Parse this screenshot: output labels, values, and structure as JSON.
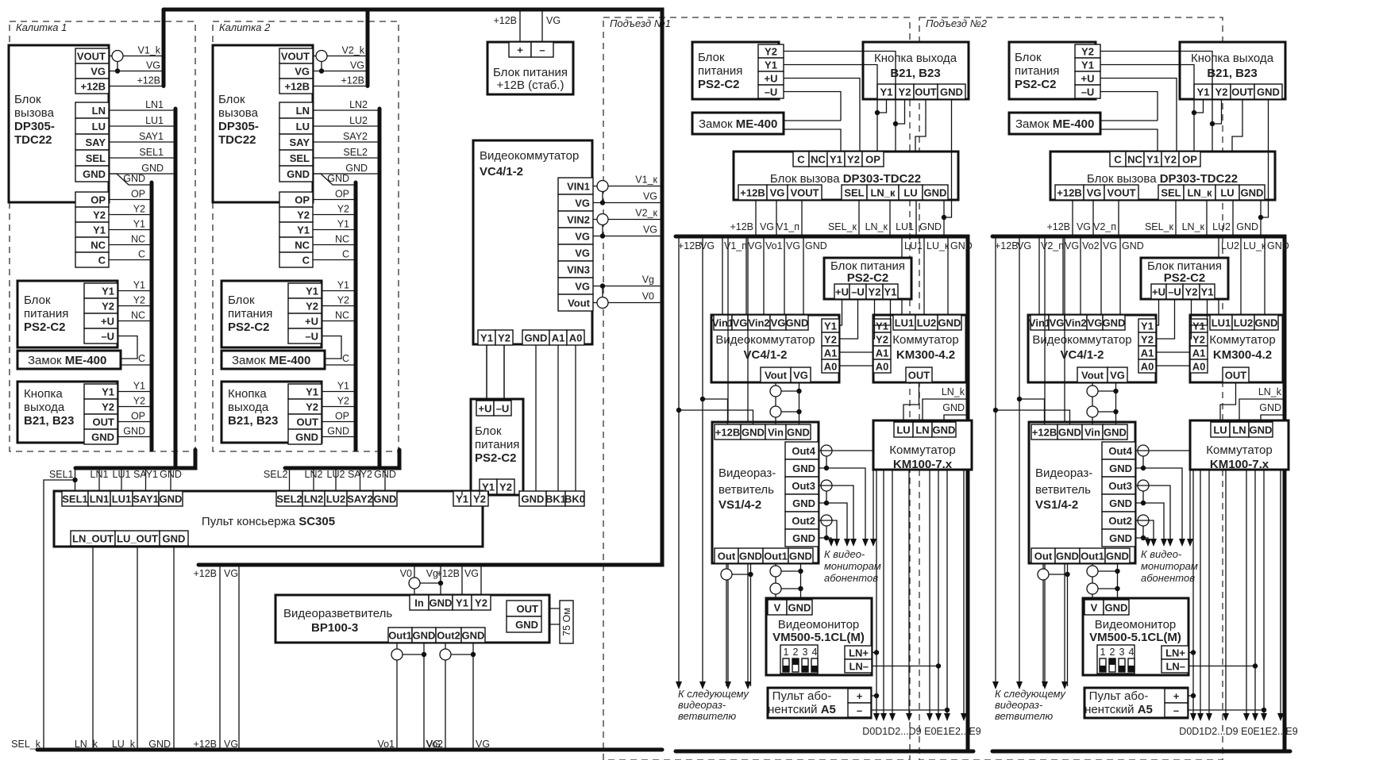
{
  "diagram_title": "Схема подключения домофонной системы с пультом консьержа SC305",
  "zones": [
    {
      "id": "kalitka1",
      "label": "Калитка 1"
    },
    {
      "id": "kalitka2",
      "label": "Калитка 2"
    },
    {
      "id": "podezd1",
      "label": "Подъезд №1"
    },
    {
      "id": "podezd2",
      "label": "Подъезд №2"
    }
  ],
  "gates": [
    {
      "zone": "Калитка 1",
      "call_panel": {
        "title_lines": [
          "Блок",
          "вызова"
        ],
        "model_lines": [
          "DP305-",
          "TDC22"
        ],
        "terminals_power": [
          "VOUT",
          "VG",
          "+12В"
        ],
        "terminals_line": [
          "LN",
          "LU",
          "SAY",
          "SEL",
          "GND"
        ],
        "terminals_lock": [
          "OP",
          "Y2",
          "Y1",
          "NC",
          "C"
        ]
      },
      "power_wires": [
        "V1_k",
        "VG",
        "+12В"
      ],
      "line_wires": [
        "LN1",
        "LU1",
        "SAY1",
        "SEL1",
        "GND"
      ],
      "lock_wires": [
        "GND",
        "OP",
        "Y2",
        "Y1",
        "NC",
        "C"
      ],
      "psu": {
        "title_lines": [
          "Блок",
          "питания"
        ],
        "model": "PS2-C2",
        "terminals": [
          "Y1",
          "Y2",
          "+U",
          "–U"
        ],
        "wires": [
          "Y1",
          "Y2",
          "NC"
        ]
      },
      "lock": {
        "title": "Замок",
        "model": "ME-400",
        "wire": "C"
      },
      "exit_button": {
        "title_lines": [
          "Кнопка",
          "выхода"
        ],
        "model": "B21, B23",
        "terminals": [
          "Y1",
          "Y2",
          "OUT",
          "GND"
        ],
        "wires": [
          "Y1",
          "Y2",
          "OP",
          "GND"
        ]
      }
    },
    {
      "zone": "Калитка 2",
      "call_panel": {
        "title_lines": [
          "Блок",
          "вызова"
        ],
        "model_lines": [
          "DP305-",
          "TDC22"
        ],
        "terminals_power": [
          "VOUT",
          "VG",
          "+12В"
        ],
        "terminals_line": [
          "LN",
          "LU",
          "SAY",
          "SEL",
          "GND"
        ],
        "terminals_lock": [
          "OP",
          "Y2",
          "Y1",
          "NC",
          "C"
        ]
      },
      "power_wires": [
        "V2_k",
        "VG",
        "+12В"
      ],
      "line_wires": [
        "LN2",
        "LU2",
        "SAY2",
        "SEL2",
        "GND"
      ],
      "lock_wires": [
        "GND",
        "OP",
        "Y2",
        "Y1",
        "NC",
        "C"
      ],
      "psu": {
        "title_lines": [
          "Блок",
          "питания"
        ],
        "model": "PS2-C2",
        "terminals": [
          "Y1",
          "Y2",
          "+U",
          "–U"
        ],
        "wires": [
          "Y1",
          "Y2",
          "NC"
        ]
      },
      "lock": {
        "title": "Замок",
        "model": "ME-400",
        "wire": "C"
      },
      "exit_button": {
        "title_lines": [
          "Кнопка",
          "выхода"
        ],
        "model": "B21, B23",
        "terminals": [
          "Y1",
          "Y2",
          "OUT",
          "GND"
        ],
        "wires": [
          "Y1",
          "Y2",
          "OP",
          "GND"
        ]
      }
    }
  ],
  "central": {
    "psu12": {
      "title_lines": [
        "Блок питания",
        "+12В (стаб.)"
      ],
      "terminals": [
        "+",
        "–"
      ],
      "wires": [
        "+12В",
        "VG"
      ]
    },
    "vc": {
      "title": "Видеокоммутатор",
      "model": "VC4/1-2",
      "terminals_right": [
        "VIN1",
        "VG",
        "VIN2",
        "VG",
        "VG",
        "VIN3",
        "VG",
        "Vout"
      ],
      "wires_right": [
        "V1_к",
        "VG",
        "V2_к",
        "VG",
        "Vg",
        "V0"
      ],
      "terminals_bottom": [
        "Y1",
        "Y2",
        "GND",
        "A1",
        "A0"
      ]
    },
    "psu_small": {
      "title_lines": [
        "Блок",
        "питания"
      ],
      "model": "PS2-C2",
      "terminals_top": [
        "+U",
        "–U"
      ],
      "terminals_bottom": [
        "Y1",
        "Y2"
      ]
    },
    "concierge": {
      "title": "Пульт консьержа",
      "model": "SC305",
      "terminals_g1": [
        "SEL1",
        "LN1",
        "LU1",
        "SAY1",
        "GND"
      ],
      "terminals_g2": [
        "SEL2",
        "LN2",
        "LU2",
        "SAY2",
        "GND"
      ],
      "terminals_y": [
        "Y1",
        "Y2"
      ],
      "terminals_bk": [
        "GND",
        "BK1",
        "BK0"
      ],
      "terminals_out": [
        "LN_OUT",
        "LU_OUT",
        "GND"
      ],
      "wires_g1": [
        "SEL1",
        "LN1",
        "LU1",
        "SAY1",
        "GND"
      ],
      "wires_g2": [
        "SEL2",
        "LN2",
        "LU2",
        "SAY2",
        "GND"
      ]
    },
    "bp100": {
      "title": "Видеоразветвитель",
      "model": "BP100-3",
      "terminals_top": [
        "In",
        "GND",
        "Y1",
        "Y2"
      ],
      "wires_top": [
        "V0",
        "Vg",
        "+12В",
        "VG"
      ],
      "terminals_right": [
        "OUT",
        "GND"
      ],
      "resistor": "75 Ом",
      "terminals_bottom": [
        "Out1",
        "GND",
        "Out2",
        "GND"
      ],
      "wires_bottom": [
        "Vo1",
        "VG",
        "Vo2",
        "VG"
      ]
    },
    "bottom_bus_labels": [
      "SEL_k",
      "LN_k",
      "LU_k",
      "GND",
      "+12В",
      "VG"
    ]
  },
  "entrances": [
    {
      "zone": "Подъезд №1",
      "psu": {
        "title_lines": [
          "Блок",
          "питания"
        ],
        "model": "PS2-C2",
        "terminals": [
          "Y2",
          "Y1",
          "+U",
          "–U"
        ]
      },
      "lock": {
        "title": "Замок",
        "model": "ME-400"
      },
      "exit_button": {
        "title": "Кнопка выхода",
        "model": "B21, B23",
        "terminals": [
          "Y1",
          "Y2",
          "OUT",
          "GND"
        ]
      },
      "call_panel": {
        "title": "Блок вызова",
        "model": "DP303-TDC22",
        "terminals_top": [
          "C",
          "NC",
          "Y1",
          "Y2",
          "OP"
        ],
        "terminals_bottom_left": [
          "+12В",
          "VG",
          "VOUT"
        ],
        "terminals_bottom_right": [
          "SEL",
          "LN_к",
          "LU",
          "GND"
        ],
        "wires": [
          "+12В",
          "VG",
          "V1_п",
          "SEL_к",
          "LN_к",
          "LU1",
          "GND"
        ]
      },
      "bus_top_left": [
        "+12В",
        "VG",
        "V1_п",
        "VG",
        "Vo1",
        "VG",
        "GND"
      ],
      "bus_top_right": [
        "LU1",
        "LU_к",
        "GND"
      ],
      "psu2": {
        "title": "Блок питания",
        "model": "PS2-C2",
        "terminals": [
          "+U",
          "–U",
          "Y2",
          "Y1"
        ]
      },
      "vc": {
        "title": "Видеокоммутатор",
        "model": "VC4/1-2",
        "terminals_top": [
          "Vin1",
          "VG",
          "Vin2",
          "VG",
          "GND"
        ],
        "terminals_right": [
          "Y1",
          "Y2",
          "A1",
          "A0"
        ],
        "terminals_bottom": [
          "Vout",
          "VG"
        ]
      },
      "km300": {
        "title": "Коммутатор",
        "model": "KM300-4.2",
        "terminals_left": [
          "Y1",
          "Y2",
          "A1",
          "A0"
        ],
        "terminals_top": [
          "LU1",
          "LU2",
          "GND"
        ],
        "terminals_bottom": [
          "OUT"
        ]
      },
      "side_wires": [
        "LN_k",
        "GND"
      ],
      "vs": {
        "title_lines": [
          "Видеораз-",
          "ветвитель"
        ],
        "model": "VS1/4-2",
        "terminals_top": [
          "+12В",
          "GND",
          "Vin",
          "GND"
        ],
        "terminals_right": [
          "Out4",
          "GND",
          "Out3",
          "GND",
          "Out2",
          "GND"
        ],
        "terminals_bottom": [
          "Out",
          "GND",
          "Out1",
          "GND"
        ]
      },
      "vs_note": [
        "К видео-",
        "мониторам",
        "абонентов"
      ],
      "km100": {
        "title": "Коммутатор",
        "model": "KM100-7.x",
        "terminals": [
          "LU",
          "LN",
          "GND"
        ]
      },
      "monitor": {
        "title": "Видеомонитор",
        "model": "VM500-5.1CL(M)",
        "terminals_top": [
          "V",
          "GND"
        ],
        "terminals_right": [
          "LN+",
          "LN–"
        ],
        "dip_labels": [
          "1",
          "2",
          "3",
          "4"
        ],
        "dip_on": [
          false,
          true,
          false,
          false
        ]
      },
      "handset": {
        "title_lines": [
          "Пульт або-",
          "нентский"
        ],
        "model": "A5",
        "terminals": [
          "+",
          "–"
        ]
      },
      "next_note": [
        "К следующему",
        "видеораз-",
        "ветвителю"
      ],
      "outputs_label": "D0D1D2...D9 E0E1E2...E9"
    },
    {
      "zone": "Подъезд №2",
      "psu": {
        "title_lines": [
          "Блок",
          "питания"
        ],
        "model": "PS2-C2",
        "terminals": [
          "Y2",
          "Y1",
          "+U",
          "–U"
        ]
      },
      "lock": {
        "title": "Замок",
        "model": "ME-400"
      },
      "exit_button": {
        "title": "Кнопка выхода",
        "model": "B21, B23",
        "terminals": [
          "Y1",
          "Y2",
          "OUT",
          "GND"
        ]
      },
      "call_panel": {
        "title": "Блок вызова",
        "model": "DP303-TDC22",
        "terminals_top": [
          "C",
          "NC",
          "Y1",
          "Y2",
          "OP"
        ],
        "terminals_bottom_left": [
          "+12В",
          "VG",
          "VOUT"
        ],
        "terminals_bottom_right": [
          "SEL",
          "LN_к",
          "LU",
          "GND"
        ],
        "wires": [
          "+12В",
          "VG",
          "V2_п",
          "SEL_к",
          "LN_к",
          "LU2",
          "GND"
        ]
      },
      "bus_top_left": [
        "+12В",
        "VG",
        "V2_п",
        "VG",
        "Vo2",
        "VG",
        "GND"
      ],
      "bus_top_right": [
        "LU2",
        "LU_к",
        "GND"
      ],
      "psu2": {
        "title": "Блок питания",
        "model": "PS2-C2",
        "terminals": [
          "+U",
          "–U",
          "Y2",
          "Y1"
        ]
      },
      "vc": {
        "title": "Видеокоммутатор",
        "model": "VC4/1-2",
        "terminals_top": [
          "Vin1",
          "VG",
          "Vin2",
          "VG",
          "GND"
        ],
        "terminals_right": [
          "Y1",
          "Y2",
          "A1",
          "A0"
        ],
        "terminals_bottom": [
          "Vout",
          "VG"
        ]
      },
      "km300": {
        "title": "Коммутатор",
        "model": "KM300-4.2",
        "terminals_left": [
          "Y1",
          "Y2",
          "A1",
          "A0"
        ],
        "terminals_top": [
          "LU1",
          "LU2",
          "GND"
        ],
        "terminals_bottom": [
          "OUT"
        ]
      },
      "side_wires": [
        "LN_k",
        "GND"
      ],
      "vs": {
        "title_lines": [
          "Видеораз-",
          "ветвитель"
        ],
        "model": "VS1/4-2",
        "terminals_top": [
          "+12В",
          "GND",
          "Vin",
          "GND"
        ],
        "terminals_right": [
          "Out4",
          "GND",
          "Out3",
          "GND",
          "Out2",
          "GND"
        ],
        "terminals_bottom": [
          "Out",
          "GND",
          "Out1",
          "GND"
        ]
      },
      "vs_note": [
        "К видео-",
        "мониторам",
        "абонентов"
      ],
      "km100": {
        "title": "Коммутатор",
        "model": "KM100-7.x",
        "terminals": [
          "LU",
          "LN",
          "GND"
        ]
      },
      "monitor": {
        "title": "Видеомонитор",
        "model": "VM500-5.1CL(M)",
        "terminals_top": [
          "V",
          "GND"
        ],
        "terminals_right": [
          "LN+",
          "LN–"
        ],
        "dip_labels": [
          "1",
          "2",
          "3",
          "4"
        ],
        "dip_on": [
          false,
          true,
          false,
          false
        ]
      },
      "handset": {
        "title_lines": [
          "Пульт або-",
          "нентский"
        ],
        "model": "A5",
        "terminals": [
          "+",
          "–"
        ]
      },
      "next_note": [
        "К следующему",
        "видеораз-",
        "ветвителю"
      ],
      "outputs_label": "D0D1D2...D9 E0E1E2...E9"
    }
  ]
}
